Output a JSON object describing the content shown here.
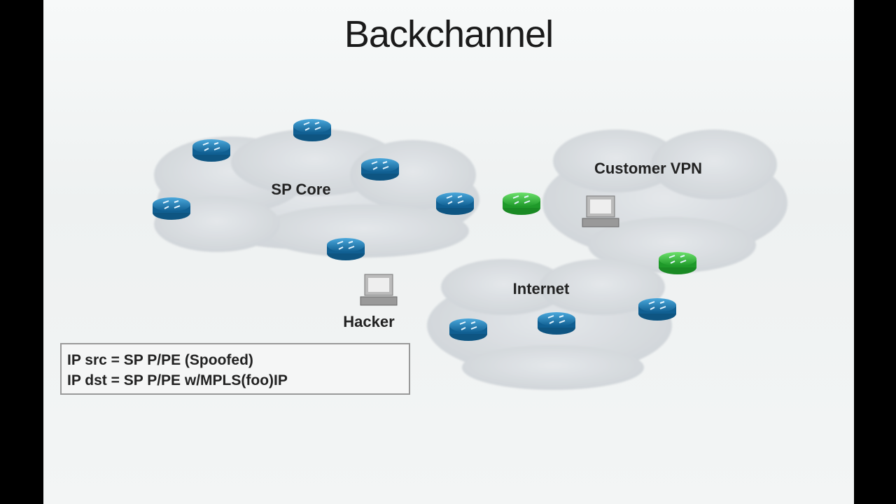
{
  "slide": {
    "title": "Backchannel"
  },
  "diagram": {
    "clouds": [
      {
        "id": "sp-core",
        "label": "SP Core"
      },
      {
        "id": "customer-vpn",
        "label": "Customer VPN"
      },
      {
        "id": "internet",
        "label": "Internet"
      }
    ],
    "hosts": [
      {
        "label": "Hacker"
      }
    ],
    "packet_box": {
      "line1": "IP src = SP P/PE (Spoofed)",
      "line2": "IP dst = SP P/PE w/MPLS(foo)IP"
    },
    "colors": {
      "router_blue": "#1f7fb5",
      "router_green": "#2fbf3a",
      "cloud": "#d8dcdf"
    }
  }
}
